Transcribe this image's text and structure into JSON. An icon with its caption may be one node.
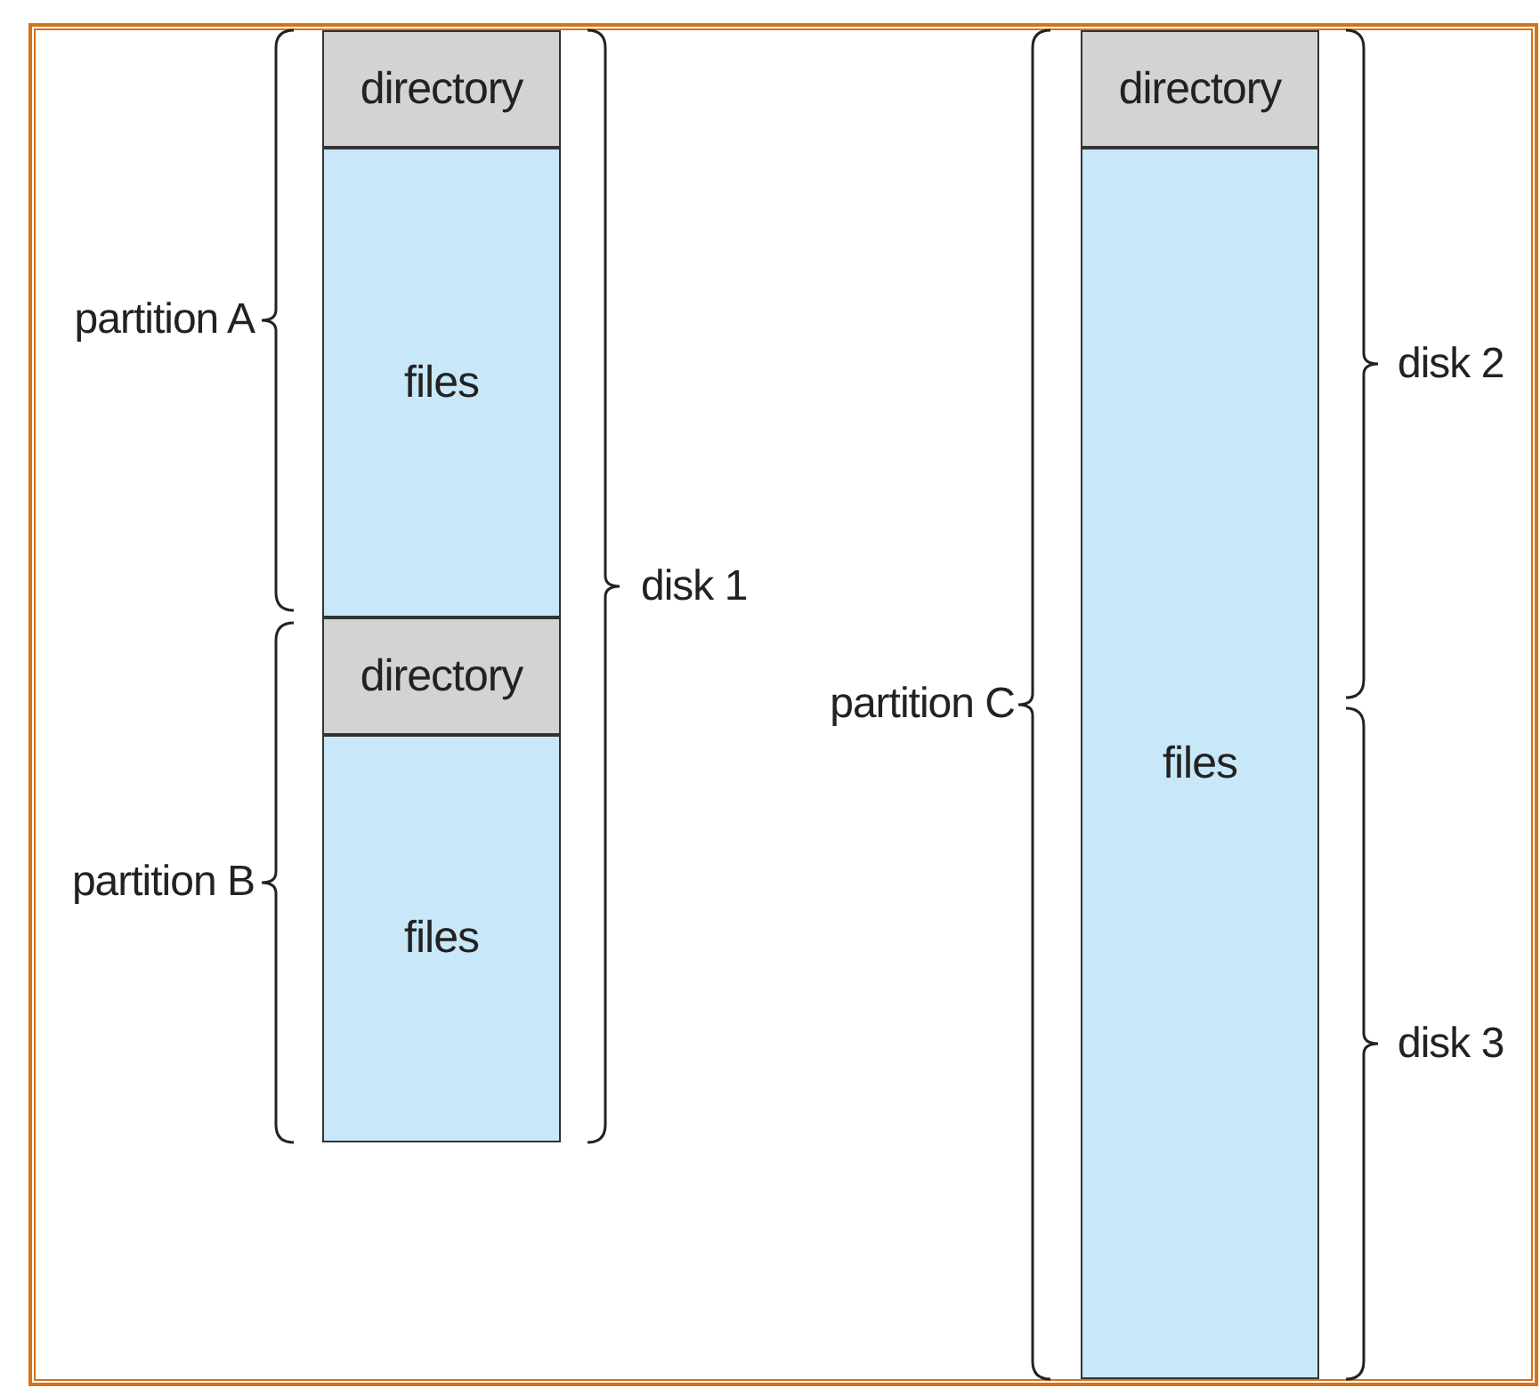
{
  "diagram": {
    "nodes": [
      {
        "text": [
          "directory"
        ]
      },
      {
        "text": [
          "files"
        ]
      },
      {
        "text": [
          "directory"
        ]
      },
      {
        "text": [
          "files"
        ]
      },
      {
        "text": [
          "directory"
        ]
      },
      {
        "text": [
          "files"
        ]
      }
    ],
    "labels": [
      "partition A",
      "disk 1",
      "partition C",
      "disk 2",
      "partition B",
      "disk 3"
    ]
  }
}
